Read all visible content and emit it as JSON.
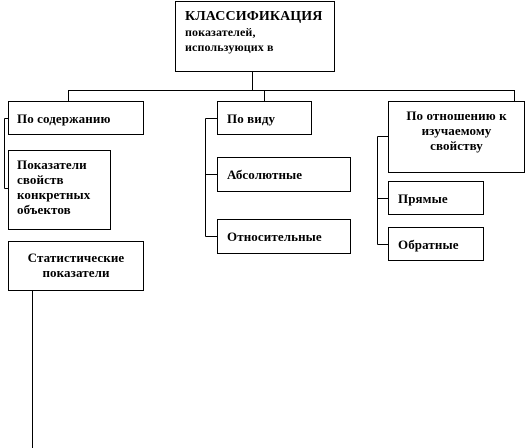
{
  "diagram": {
    "root": {
      "title": "КЛАССИФИКАЦИЯ",
      "subtitle_lines": [
        "показателей,",
        "используюцих  в"
      ]
    },
    "categories": {
      "content": {
        "label": "По содержанию",
        "children": {
          "properties": [
            "Показатели",
            "свойств",
            "конкретных",
            "объектов"
          ],
          "statistical": [
            "Статистические",
            "показатели"
          ]
        }
      },
      "kind": {
        "label": "По виду",
        "children": {
          "absolute": "Абсолютные",
          "relative": "Относительные"
        }
      },
      "relation": {
        "label_lines": [
          "По отношению к",
          "изучаемому",
          "свойству"
        ],
        "children": {
          "direct": "Прямые",
          "inverse": "Обратные"
        }
      }
    },
    "colors": {
      "line": "#000000",
      "box_border": "#000000",
      "background": "#ffffff"
    }
  }
}
